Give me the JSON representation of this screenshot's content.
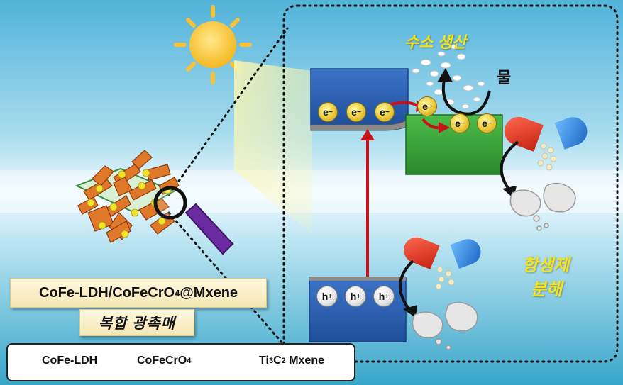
{
  "labels": {
    "hydrogen_production": "수소 생산",
    "water": "물",
    "antibiotic_degradation_line1": "항생제",
    "antibiotic_degradation_line2": "분해",
    "composite_title_main": "CoFe-LDH/CoFeCrO",
    "composite_title_sub": "4",
    "composite_title_tail": "@Mxene",
    "composite_subtitle": "복합 광촉매"
  },
  "charges": {
    "electron_symbol": "e",
    "electron_sign": "−",
    "hole_symbol": "h",
    "hole_sign": "+"
  },
  "legend": {
    "item1": "CoFe-LDH",
    "item2_main": "CoFeCrO",
    "item2_sub": "4",
    "item3_pre": "Ti",
    "item3_sub1": "3",
    "item3_mid": "C",
    "item3_sub2": "2",
    "item3_post": " Mxene"
  },
  "colors": {
    "band_blue": "#2f63b6",
    "band_green": "#3aa23a",
    "arrow_red": "#c8121a",
    "label_yellow": "#f5e21a",
    "capsule_red": "#e03a2a",
    "capsule_blue": "#2e86e0",
    "handle_purple": "#6a2aa0"
  }
}
